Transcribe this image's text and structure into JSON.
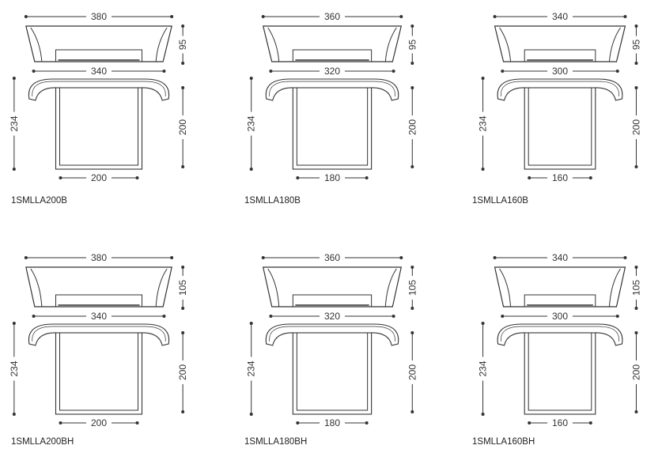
{
  "products": [
    {
      "code": "1SMLLA200B",
      "top_width": "380",
      "inner_width": "340",
      "height": "95",
      "total_height": "234",
      "towel_height": "200",
      "towel_width": "200"
    },
    {
      "code": "1SMLLA180B",
      "top_width": "360",
      "inner_width": "320",
      "height": "95",
      "total_height": "234",
      "towel_height": "200",
      "towel_width": "180"
    },
    {
      "code": "1SMLLA160B",
      "top_width": "340",
      "inner_width": "300",
      "height": "95",
      "total_height": "234",
      "towel_height": "200",
      "towel_width": "160"
    },
    {
      "code": "1SMLLA200BH",
      "top_width": "380",
      "inner_width": "340",
      "height": "105",
      "total_height": "234",
      "towel_height": "200",
      "towel_width": "200"
    },
    {
      "code": "1SMLLA180BH",
      "top_width": "360",
      "inner_width": "320",
      "height": "105",
      "total_height": "234",
      "towel_height": "200",
      "towel_width": "180"
    },
    {
      "code": "1SMLLA160BH",
      "top_width": "340",
      "inner_width": "300",
      "height": "105",
      "total_height": "234",
      "towel_height": "200",
      "towel_width": "160"
    }
  ],
  "colors": {
    "line": "#333333",
    "dim": "#333333"
  }
}
